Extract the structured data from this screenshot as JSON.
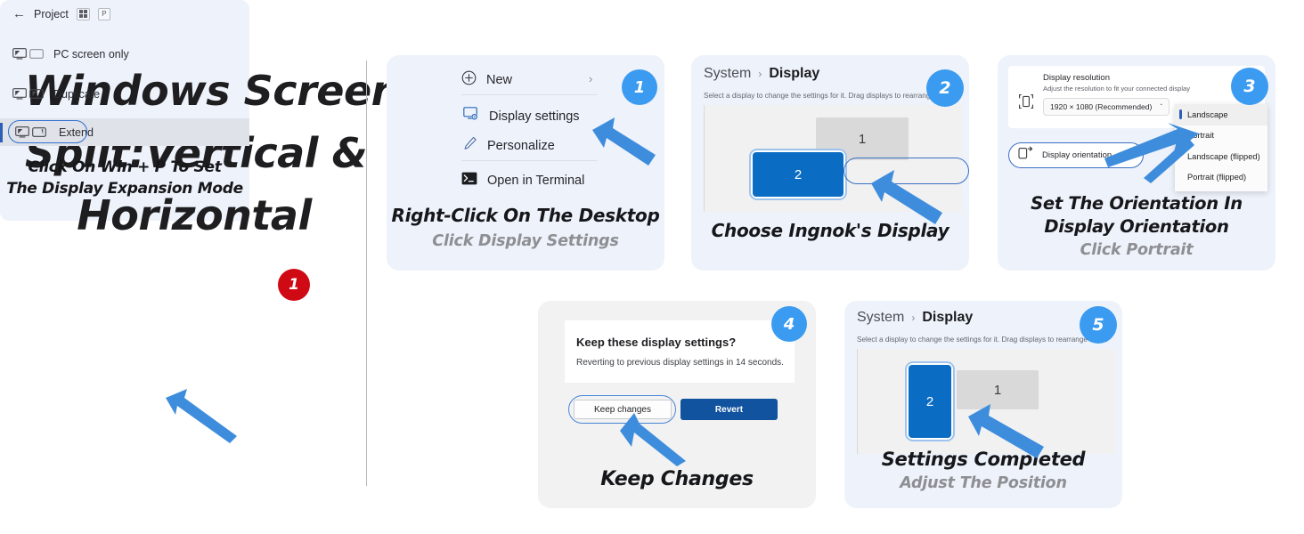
{
  "hero": {
    "line1": "Windows Screen",
    "line2": "Split:Vertical &",
    "line3": "Horizontal"
  },
  "project_flyout": {
    "back_icon": "back-arrow-icon",
    "title": "Project",
    "key_win": "win-key-icon",
    "key_p": "P",
    "badge": "1",
    "badge_color": "#cf0a15",
    "options": [
      {
        "label": "PC screen only",
        "icon": "monitor-single-icon",
        "selected": false
      },
      {
        "label": "Duplicate",
        "icon": "monitor-duplicate-icon",
        "selected": false
      },
      {
        "label": "Extend",
        "icon": "monitor-extend-icon",
        "selected": true
      }
    ],
    "caption_line1": "Click On Win + P To Set",
    "caption_line2": "The Display Expansion Mode"
  },
  "card1": {
    "badge": "1",
    "badge_color": "#3a9bf0",
    "items": [
      {
        "label": "New",
        "icon": "plus-circle-icon",
        "chevron": "›"
      },
      {
        "label": "Display settings",
        "icon": "display-settings-icon",
        "highlight": true
      },
      {
        "label": "Personalize",
        "icon": "pencil-icon"
      },
      {
        "label": "Open in Terminal",
        "icon": "terminal-icon"
      }
    ],
    "caption_bold": "Right-Click On The Desktop",
    "caption_sub": "Click Display Settings"
  },
  "card2": {
    "badge": "2",
    "badge_color": "#3a9bf0",
    "breadcrumb_root": "System",
    "breadcrumb_sep": "›",
    "breadcrumb_current": "Display",
    "hint": "Select a display to change the settings for it. Drag displays to rearrange them.",
    "monitor_1_label": "1",
    "monitor_2_label": "2",
    "caption_bold": "Choose Ingnok's Display"
  },
  "card3": {
    "badge": "3",
    "badge_color": "#3a9bf0",
    "resolution_icon": "resolution-icon",
    "resolution_title": "Display resolution",
    "resolution_sub": "Adjust the resolution to fit your connected display",
    "resolution_value": "1920 × 1080 (Recommended)",
    "resolution_chevron": "ˇ",
    "orientation_icon": "orientation-icon",
    "orientation_label": "Display orientation",
    "dropdown_options": [
      {
        "label": "Landscape",
        "selected": true
      },
      {
        "label": "Portrait",
        "selected": false,
        "hovered": true
      },
      {
        "label": "Landscape (flipped)",
        "selected": false
      },
      {
        "label": "Portrait (flipped)",
        "selected": false
      }
    ],
    "caption_bold_line1": "Set The Orientation In",
    "caption_bold_line2": "Display Orientation",
    "caption_sub": "Click Portrait"
  },
  "card4": {
    "badge": "4",
    "badge_color": "#3a9bf0",
    "dialog_title": "Keep these display settings?",
    "dialog_sub": "Reverting to previous display settings in 14 seconds.",
    "keep_label": "Keep changes",
    "revert_label": "Revert",
    "caption_bold": "Keep Changes"
  },
  "card5": {
    "badge": "5",
    "badge_color": "#3a9bf0",
    "breadcrumb_root": "System",
    "breadcrumb_sep": "›",
    "breadcrumb_current": "Display",
    "hint": "Select a display to change the settings for it. Drag displays to rearrange them.",
    "monitor_1_label": "1",
    "monitor_2_label": "2",
    "caption_bold": "Settings Completed",
    "caption_sub": "Adjust The Position"
  }
}
